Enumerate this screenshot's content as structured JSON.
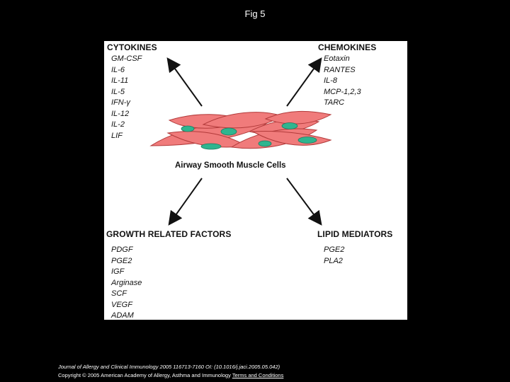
{
  "slide": {
    "title": "Fig 5"
  },
  "figure": {
    "cytokines": {
      "title": "CYTOKINES",
      "items": [
        "GM-CSF",
        "IL-6",
        "IL-11",
        "IL-5",
        "IFN-γ",
        "IL-12",
        "IL-2",
        "LIF"
      ]
    },
    "chemokines": {
      "title": "CHEMOKINES",
      "items": [
        "Eotaxin",
        "RANTES",
        "IL-8",
        "MCP-1,2,3",
        "TARC"
      ]
    },
    "growth_factors": {
      "title": "GROWTH RELATED FACTORS",
      "items": [
        "PDGF",
        "PGE2",
        "IGF",
        "Arginase",
        "SCF",
        "VEGF",
        "ADAM"
      ]
    },
    "lipid_mediators": {
      "title": "LIPID MEDIATORS",
      "items": [
        "PGE2",
        "PLA2"
      ]
    },
    "center_label": "Airway Smooth Muscle Cells",
    "colors": {
      "cell_fill": "#f07b7b",
      "cell_stroke": "#b23a3a",
      "nucleus_fill": "#2fb58f"
    }
  },
  "footer": {
    "journal": "Journal of Allergy and Clinical Immunology 2005 116713-7160 OI: (10.1016/j.jaci.2005.05.042)",
    "copyright": "Copyright © 2005 American Academy of Allergy, Asthma and Immunology",
    "terms_link": "Terms and Conditions"
  }
}
